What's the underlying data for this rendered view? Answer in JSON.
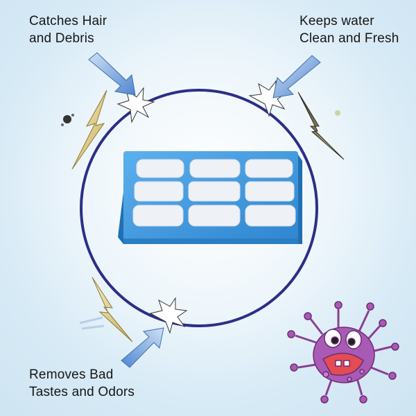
{
  "captions": {
    "catches_hair": {
      "line1": "Catches Hair",
      "line2": "and Debris"
    },
    "keeps_water": {
      "line1": "Keeps water",
      "line2": "Clean and Fresh"
    },
    "removes_bad": {
      "line1": "Removes Bad",
      "line2": "Tastes and Odors"
    }
  },
  "colors": {
    "ring": "#2b2f86",
    "filter_frame": "#3f9be0",
    "filter_pad": "#eef1f6",
    "arrow": "#4f86cf",
    "germ_body": "#a85ab4",
    "lightning_gold": "#d9c277"
  },
  "icons": [
    "blue-arrow-icon",
    "lightning-bolt-icon",
    "burst-icon",
    "germ-cartoon-icon"
  ]
}
